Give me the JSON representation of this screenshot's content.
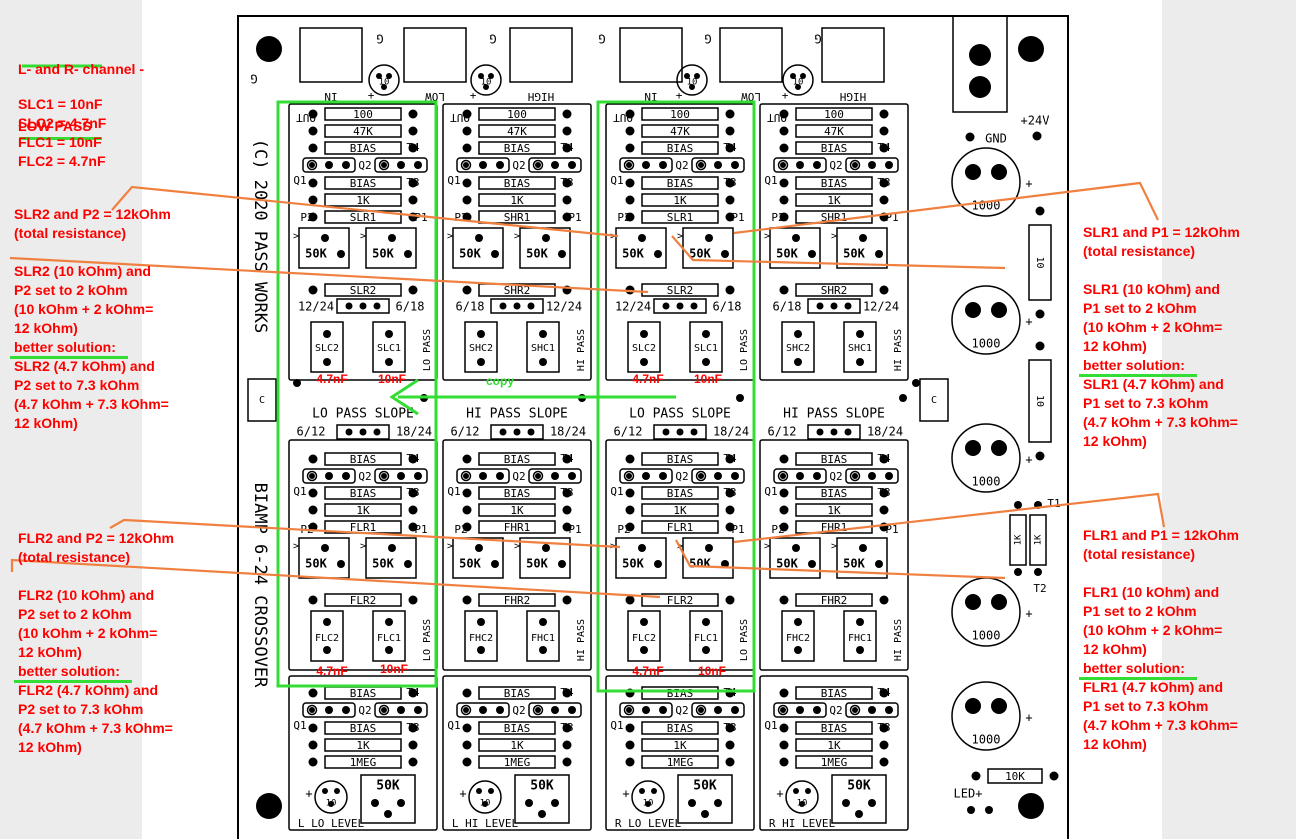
{
  "board": {
    "title": "(C) 2020 PASS WORKS",
    "subtitle": "BIAMP 6-24 CROSSOVER",
    "colors": {
      "board": "#ffffff",
      "ink": "#000000",
      "annotation": "#ff0000",
      "highlight": "#33dd33",
      "leader": "#f08040"
    },
    "top_connectors": {
      "left_pin": "G",
      "groups": [
        {
          "labels": [
            "IN",
            "G",
            "LOW"
          ],
          "pot_labels": [
            "10",
            "+"
          ]
        },
        {
          "labels": [
            "G",
            "HIGH"
          ],
          "pot_labels": [
            "10",
            "+"
          ]
        },
        {
          "labels": [
            "IN",
            "G",
            "LOW"
          ],
          "pot_labels": [
            "10",
            "+"
          ]
        },
        {
          "labels": [
            "G",
            "HIGH"
          ],
          "pot_labels": [
            "10",
            "+"
          ]
        }
      ]
    },
    "channels": [
      {
        "out": "OUT",
        "r1": "100",
        "r2": "47K",
        "bias1": "BIAS",
        "bias2": "BIAS",
        "r3": "1K",
        "slr1": "SLR1",
        "slr2": "SLR2",
        "p1": "P1",
        "p2": "P2",
        "pot": "50K",
        "jumper_left": "12/24",
        "jumper_right": "6/18",
        "c1": "SLC2",
        "c2": "SLC1",
        "pass": "LO PASS",
        "q1": "Q1",
        "q2": "Q2",
        "t3": "T3",
        "t4": "T4"
      },
      {
        "out": "OUT",
        "r1": "100",
        "r2": "47K",
        "bias1": "BIAS",
        "bias2": "BIAS",
        "r3": "1K",
        "slr1": "SHR1",
        "slr2": "SHR2",
        "p1": "P1",
        "p2": "P2",
        "pot": "50K",
        "jumper_left": "6/18",
        "jumper_right": "12/24",
        "c1": "SHC2",
        "c2": "SHC1",
        "pass": "HI PASS",
        "q1": "Q1",
        "q2": "Q2",
        "t3": "T3",
        "t4": "T4"
      },
      {
        "out": "OUT",
        "r1": "100",
        "r2": "47K",
        "bias1": "BIAS",
        "bias2": "BIAS",
        "r3": "1K",
        "slr1": "SLR1",
        "slr2": "SLR2",
        "p1": "P1",
        "p2": "P2",
        "pot": "50K",
        "jumper_left": "12/24",
        "jumper_right": "6/18",
        "c1": "SLC2",
        "c2": "SLC1",
        "pass": "LO PASS",
        "q1": "Q1",
        "q2": "Q2",
        "t3": "T3",
        "t4": "T4"
      },
      {
        "out": "OUT",
        "r1": "100",
        "r2": "47K",
        "bias1": "BIAS",
        "bias2": "BIAS",
        "r3": "1K",
        "slr1": "SHR1",
        "slr2": "SHR2",
        "p1": "P1",
        "p2": "P2",
        "pot": "50K",
        "jumper_left": "6/18",
        "jumper_right": "12/24",
        "c1": "SHC2",
        "c2": "SHC1",
        "pass": "HI PASS",
        "q1": "Q1",
        "q2": "Q2",
        "t3": "T3",
        "t4": "T4"
      }
    ],
    "slopes": [
      {
        "title": "LO PASS SLOPE",
        "left": "6/12",
        "right": "18/24"
      },
      {
        "title": "HI PASS SLOPE",
        "left": "6/12",
        "right": "18/24"
      },
      {
        "title": "LO PASS SLOPE",
        "left": "6/12",
        "right": "18/24"
      },
      {
        "title": "HI PASS SLOPE",
        "left": "6/12",
        "right": "18/24"
      }
    ],
    "channels_lower": [
      {
        "r1": "FLR1",
        "r2": "FLR2",
        "c1": "FLC2",
        "c2": "FLC1",
        "pass": "LO PASS"
      },
      {
        "r1": "FHR1",
        "r2": "FHR2",
        "c1": "FHC2",
        "c2": "FHC1",
        "pass": "HI PASS"
      },
      {
        "r1": "FLR1",
        "r2": "FLR2",
        "c1": "FLC2",
        "c2": "FLC1",
        "pass": "LO PASS"
      },
      {
        "r1": "FHR1",
        "r2": "FHR2",
        "c1": "FHC2",
        "c2": "FHC1",
        "pass": "HI PASS"
      }
    ],
    "level_labels": [
      "L LO LEVEL",
      "L HI LEVEL",
      "R LO LEVEL",
      "R HI LEVEL"
    ],
    "level_pot": "50K",
    "level_trim": "10",
    "bottom_r": "1MEG",
    "side_cap": "C",
    "power": {
      "gnd": "GND",
      "v24": "+24V",
      "cap": "1000",
      "res": "10",
      "t1": "T1",
      "t2": "T2",
      "r1k": "1K",
      "r10k": "10K",
      "led": "LED+",
      "plus": "+"
    },
    "cap_values": {
      "slc2": "4.7nF",
      "slc1": "10nF",
      "flc2": "4.7nF",
      "flc1": "10nF"
    },
    "copy": "copy"
  },
  "annotations": {
    "heading": [
      "L- and R- channel -",
      "LOW PASS"
    ],
    "caps": [
      "SLC1 = 10nF",
      "SLC2 = 4.7nF",
      "FLC1 = 10nF",
      "FLC2 = 4.7nF"
    ],
    "slr2_title": [
      "SLR2 and P2 = 12kOhm",
      "(total resistance)"
    ],
    "slr2_detail": [
      "SLR2 (10 kOhm) and",
      "P2 set to 2 kOhm",
      "(10 kOhm + 2 kOhm=",
      "12 kOhm)",
      "better solution:",
      "SLR2 (4.7 kOhm) and",
      "P2 set to 7.3 kOhm",
      "(4.7 kOhm + 7.3 kOhm=",
      "12 kOhm)"
    ],
    "flr2_title": [
      "FLR2 and P2 = 12kOhm",
      "(total resistance)"
    ],
    "flr2_detail": [
      "FLR2 (10 kOhm) and",
      "P2 set to 2 kOhm",
      "(10 kOhm + 2 kOhm=",
      "12 kOhm)",
      "better solution:",
      "FLR2 (4.7 kOhm) and",
      "P2 set to 7.3 kOhm",
      "(4.7 kOhm + 7.3 kOhm=",
      "12 kOhm)"
    ],
    "slr1_title": [
      "SLR1 and P1 = 12kOhm",
      "(total resistance)"
    ],
    "slr1_detail": [
      "SLR1 (10 kOhm) and",
      "P1 set to 2 kOhm",
      "(10 kOhm + 2 kOhm=",
      "12 kOhm)",
      "better solution:",
      "SLR1 (4.7 kOhm) and",
      "P1 set to 7.3 kOhm",
      "(4.7 kOhm + 7.3 kOhm=",
      "12 kOhm)"
    ],
    "flr1_title": [
      "FLR1 and P1 = 12kOhm",
      "(total resistance)"
    ],
    "flr1_detail": [
      "FLR1 (10 kOhm) and",
      "P1 set to 2 kOhm",
      "(10 kOhm + 2 kOhm=",
      "12 kOhm)",
      "better solution:",
      "FLR1 (4.7 kOhm) and",
      "P1 set to 7.3 kOhm",
      "(4.7 kOhm + 7.3 kOhm=",
      "12 kOhm)"
    ]
  }
}
